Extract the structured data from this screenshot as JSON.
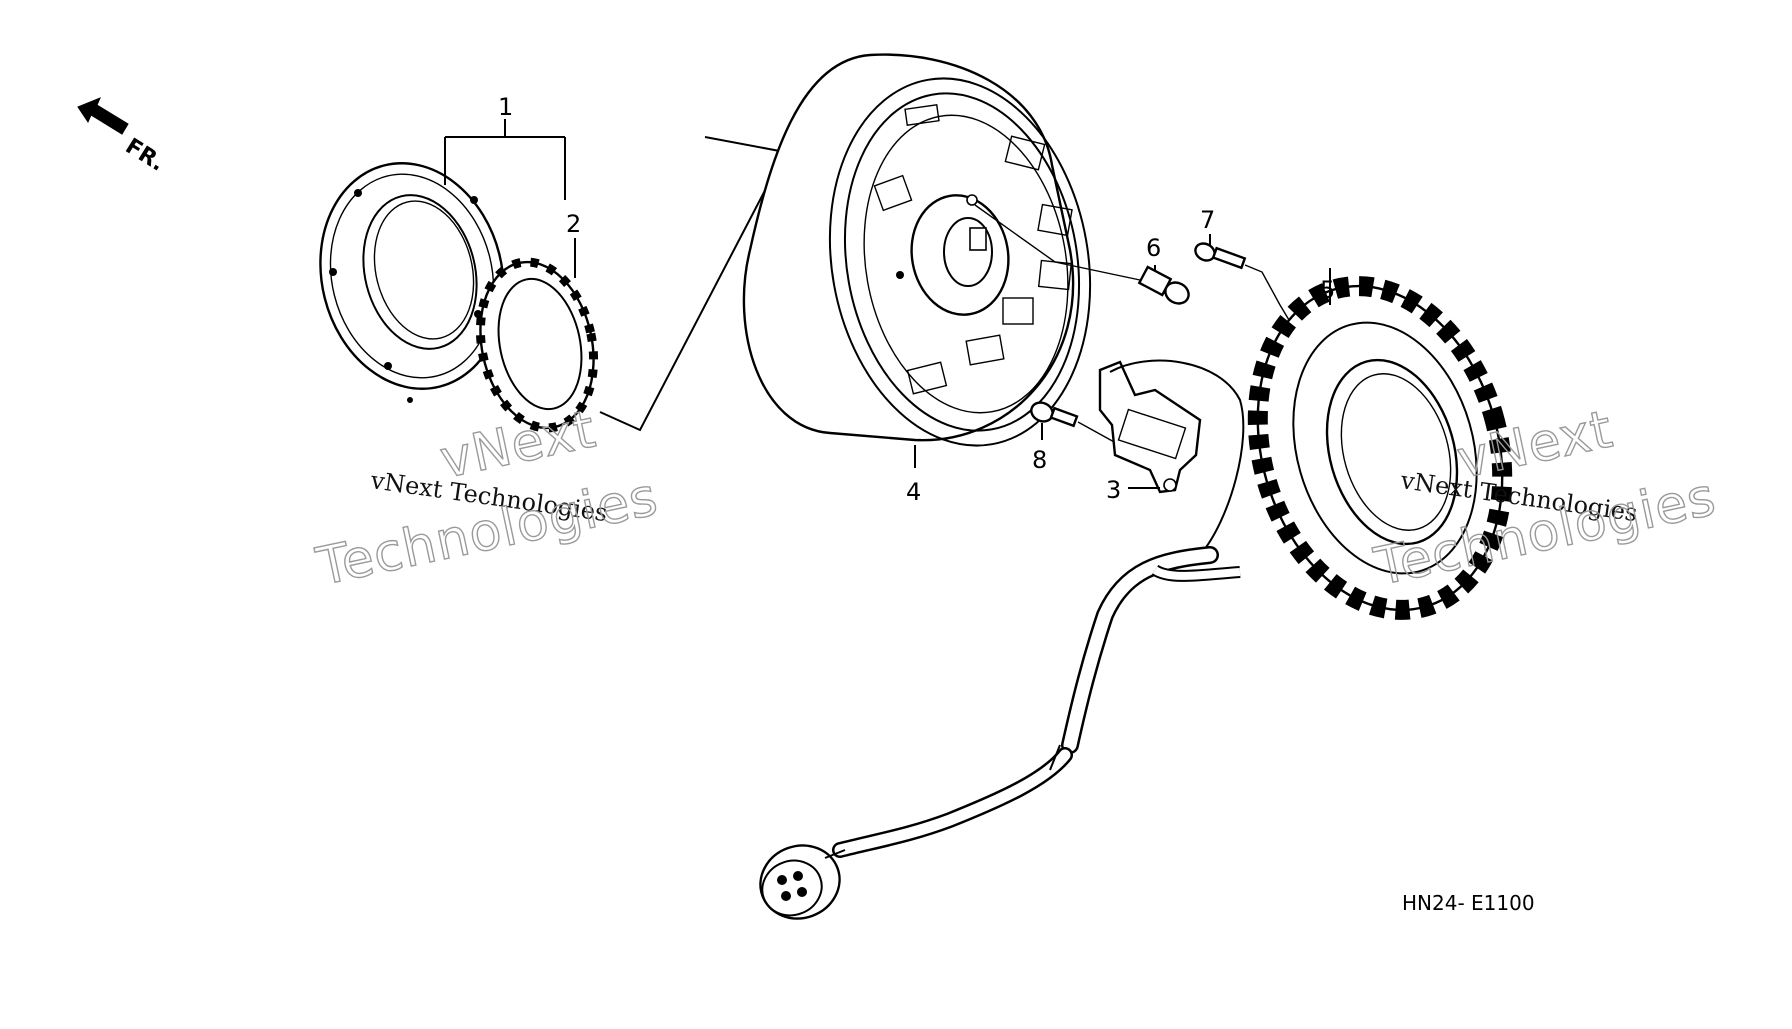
{
  "direction_indicator": {
    "label": "FR."
  },
  "diagram_code": "HN24- E1100",
  "callouts": [
    {
      "id": "1",
      "label": "1"
    },
    {
      "id": "2",
      "label": "2"
    },
    {
      "id": "3",
      "label": "3"
    },
    {
      "id": "4",
      "label": "4"
    },
    {
      "id": "5",
      "label": "5"
    },
    {
      "id": "6",
      "label": "6"
    },
    {
      "id": "7",
      "label": "7"
    },
    {
      "id": "8",
      "label": "8"
    }
  ],
  "watermarks": {
    "serif_text": "vNext Technologies",
    "outline_word_1": "vNext",
    "outline_word_2": "Technologies"
  }
}
